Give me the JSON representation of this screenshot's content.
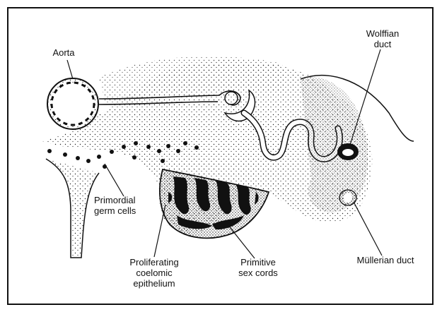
{
  "labels": {
    "aorta": "Aorta",
    "wolffian_duct": "Wolffian\nduct",
    "primordial_germ_cells": "Primordial\ngerm cells",
    "proliferating_coelomic_epithelium": "Proliferating\ncoelomic\nepithelium",
    "primitive_sex_cords": "Primitive\nsex cords",
    "mullerian_duct": "Müllerian duct"
  },
  "colors": {
    "ink": "#111111",
    "background": "#ffffff",
    "stipple": "#222222"
  }
}
